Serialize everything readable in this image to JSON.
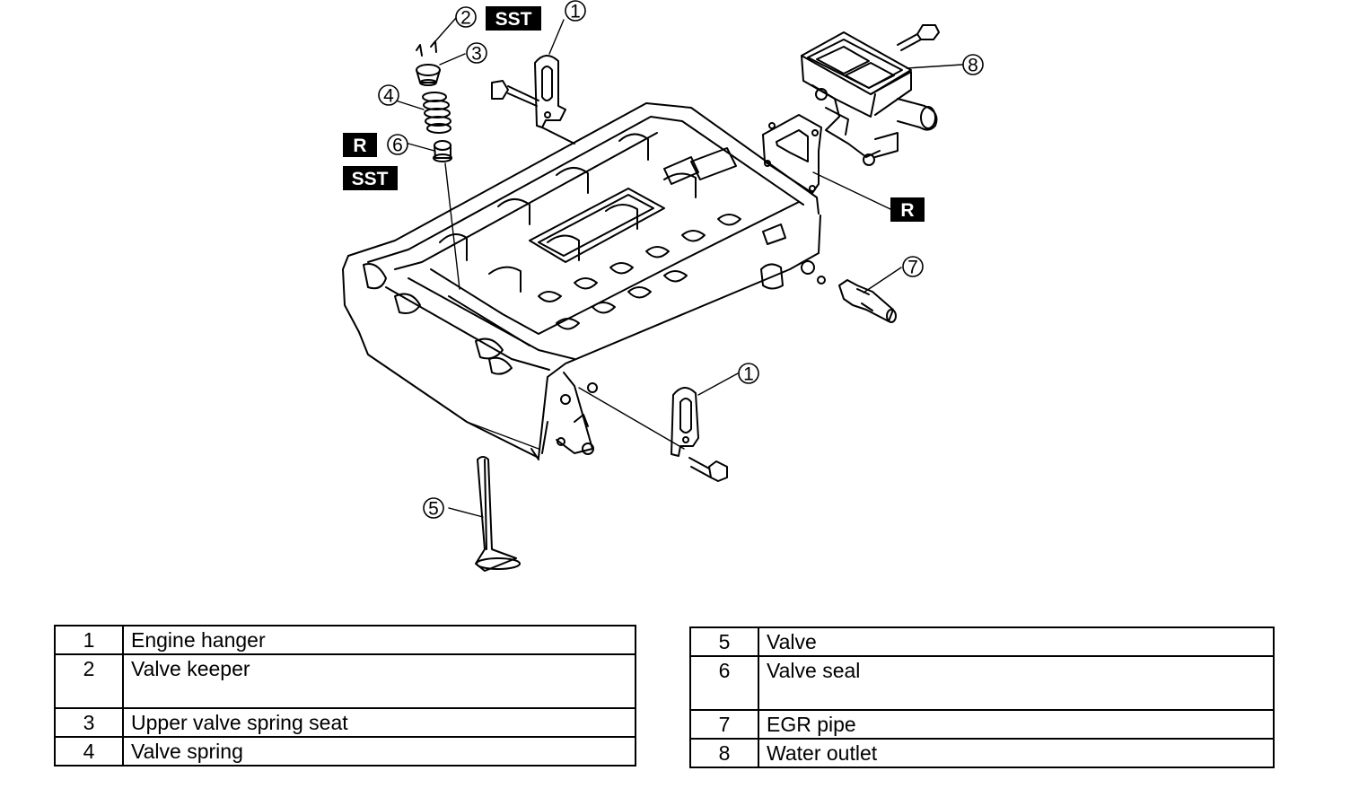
{
  "badges": {
    "sst_top": "SST",
    "r_left": "R",
    "sst_left": "SST",
    "r_right": "R"
  },
  "callouts": {
    "c1_top": "1",
    "c2": "2",
    "c3": "3",
    "c4": "4",
    "c6": "6",
    "c8": "8",
    "c7": "7",
    "c1_bottom": "1",
    "c5": "5"
  },
  "legend": {
    "left": [
      {
        "num": "1",
        "name": "Engine hanger"
      },
      {
        "num": "2",
        "name": "Valve keeper"
      },
      {
        "num": "3",
        "name": "Upper valve spring seat"
      },
      {
        "num": "4",
        "name": "Valve spring"
      }
    ],
    "right": [
      {
        "num": "5",
        "name": "Valve"
      },
      {
        "num": "6",
        "name": "Valve seal"
      },
      {
        "num": "7",
        "name": "EGR pipe"
      },
      {
        "num": "8",
        "name": "Water outlet"
      }
    ]
  }
}
